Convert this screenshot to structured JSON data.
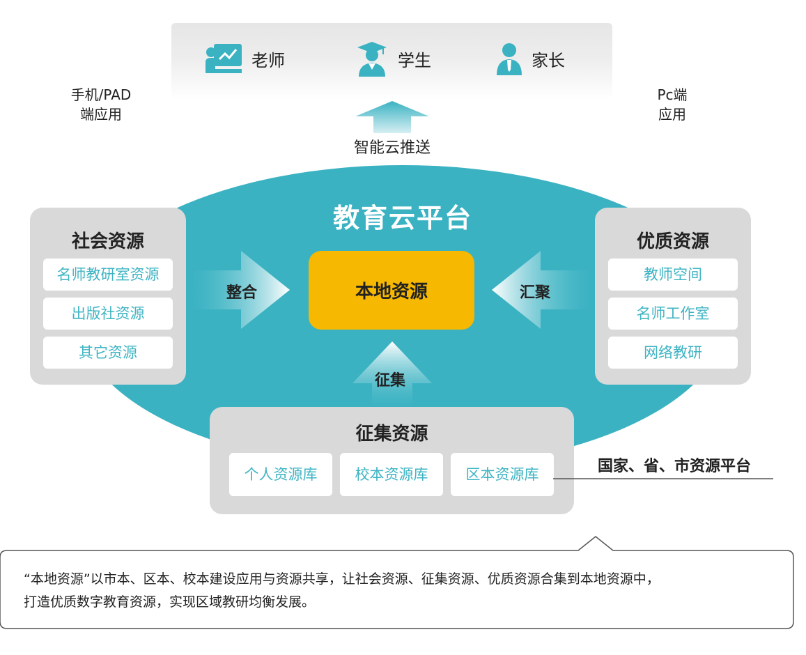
{
  "users": [
    {
      "label": "老师",
      "icon": "teacher-icon"
    },
    {
      "label": "学生",
      "icon": "student-icon"
    },
    {
      "label": "家长",
      "icon": "parent-icon"
    }
  ],
  "left_side_label": [
    "手机/PAD",
    "端应用"
  ],
  "right_side_label": [
    "Pc端",
    "应用"
  ],
  "push_label": "智能云推送",
  "platform_title": "教育云平台",
  "social": {
    "title": "社会资源",
    "items": [
      "名师教研室资源",
      "出版社资源",
      "其它资源"
    ]
  },
  "quality": {
    "title": "优质资源",
    "items": [
      "教师空间",
      "名师工作室",
      "网络教研"
    ]
  },
  "local_resource": "本地资源",
  "arrows": {
    "integrate": "整合",
    "gather": "汇聚",
    "collect": "征集"
  },
  "collected": {
    "title": "征集资源",
    "items": [
      "个人资源库",
      "校本资源库",
      "区本资源库"
    ]
  },
  "national_label": "国家、省、市资源平台",
  "description": [
    "“本地资源”以市本、区本、校本建设应用与资源共享，让社会资源、征集资源、优质资源合集到本地资源中，",
    "打造优质数字教育资源，实现区域教研均衡发展。"
  ],
  "colors": {
    "teal": "#3ab2c2",
    "panel_gray": "#d9d9d9",
    "local_yellow": "#f6b800",
    "item_text": "#3fb4c3"
  }
}
